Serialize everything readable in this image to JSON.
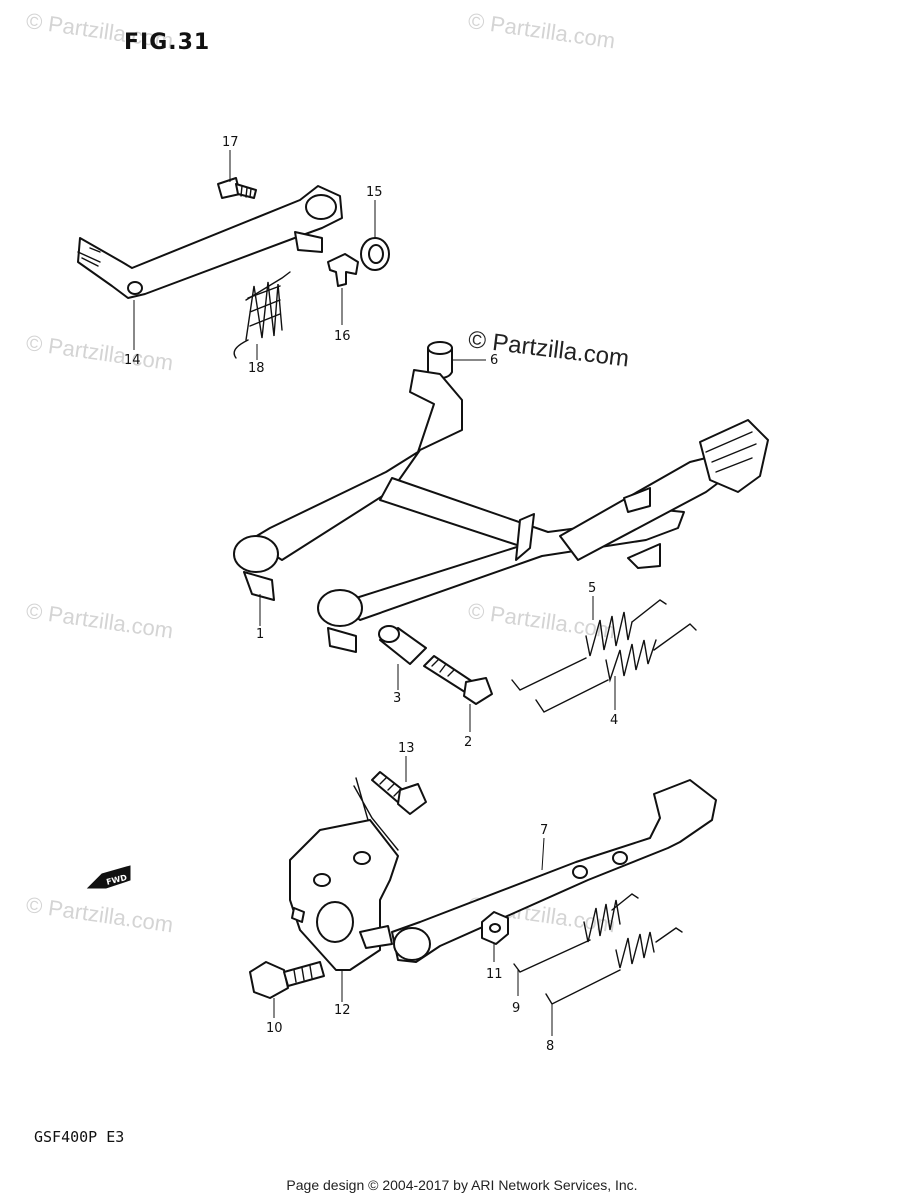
{
  "figure": {
    "title": "FIG.31",
    "model": "GSF400P  E3"
  },
  "footer": {
    "text": "Page design © 2004-2017 by ARI Network Services, Inc."
  },
  "watermark": {
    "text": "© Partzilla.com"
  },
  "fwd_label": "FWD",
  "callouts": {
    "c1": "1",
    "c2": "2",
    "c3": "3",
    "c4": "4",
    "c5": "5",
    "c6": "6",
    "c7": "7",
    "c8": "8",
    "c9": "9",
    "c10": "10",
    "c11": "11",
    "c12": "12",
    "c13": "13",
    "c14": "14",
    "c15": "15",
    "c16": "16",
    "c17": "17",
    "c18": "18"
  }
}
